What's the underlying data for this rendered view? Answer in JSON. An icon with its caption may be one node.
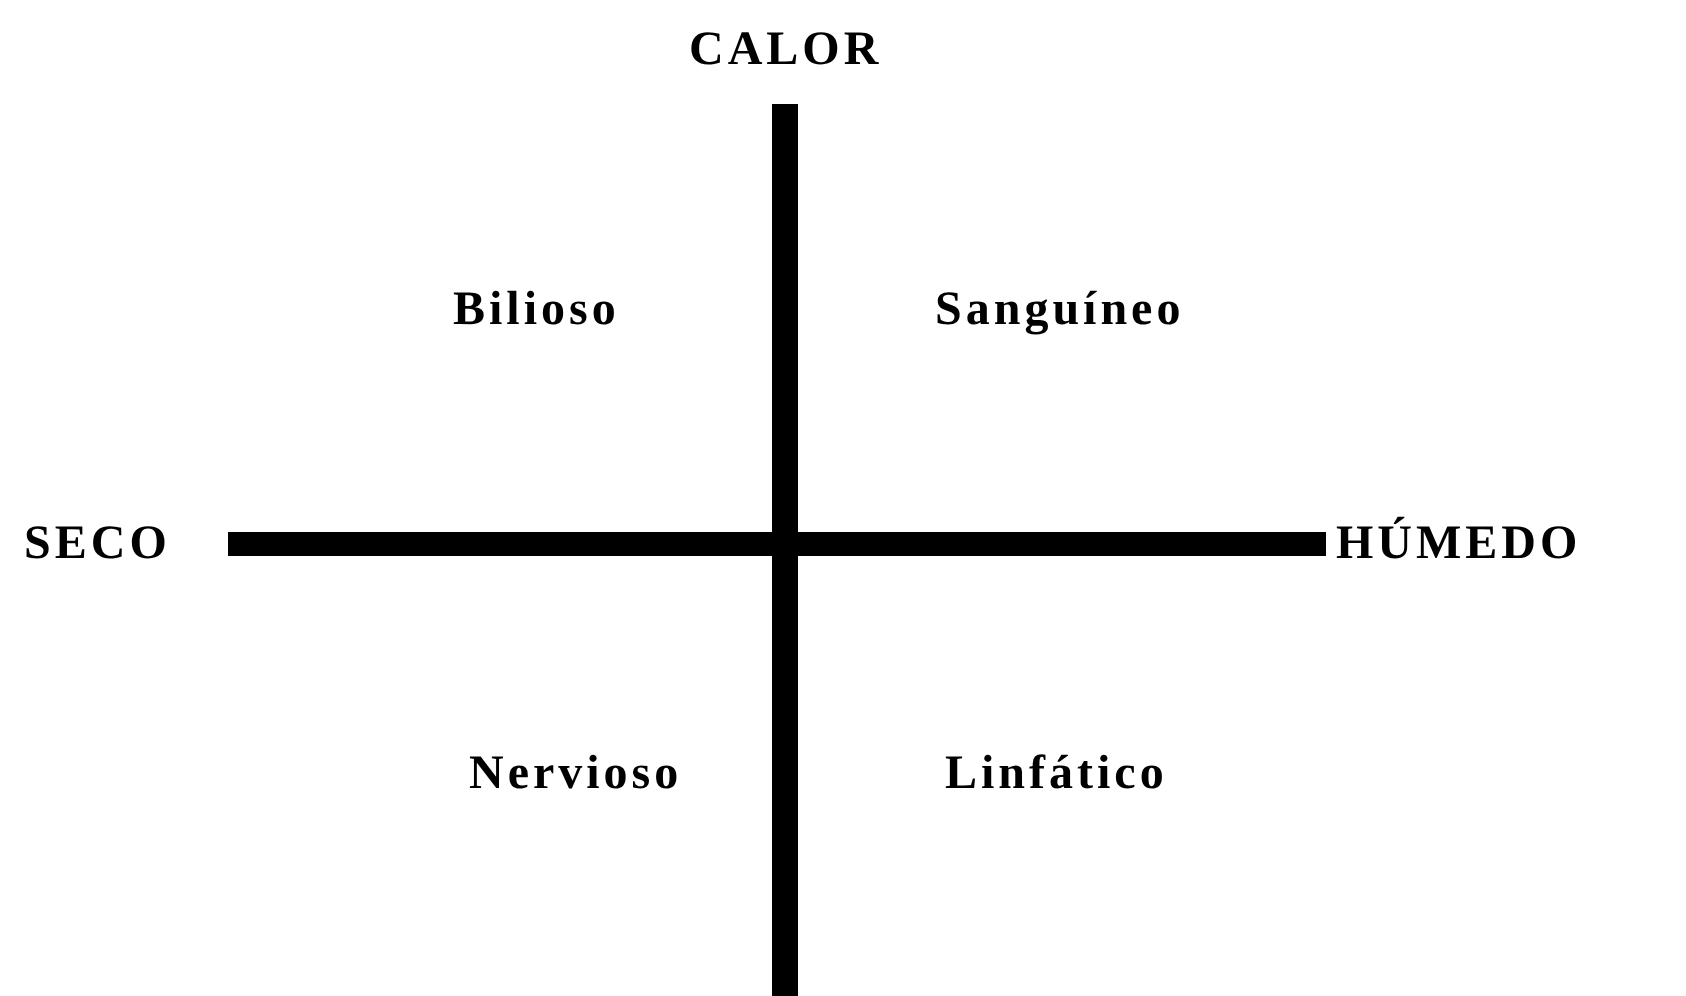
{
  "diagram": {
    "labels": [
      "CALOR",
      "Bilioso",
      "Sanguíneo",
      "SECO",
      "HÚMEDO",
      "Nervioso",
      "Linfático"
    ]
  }
}
